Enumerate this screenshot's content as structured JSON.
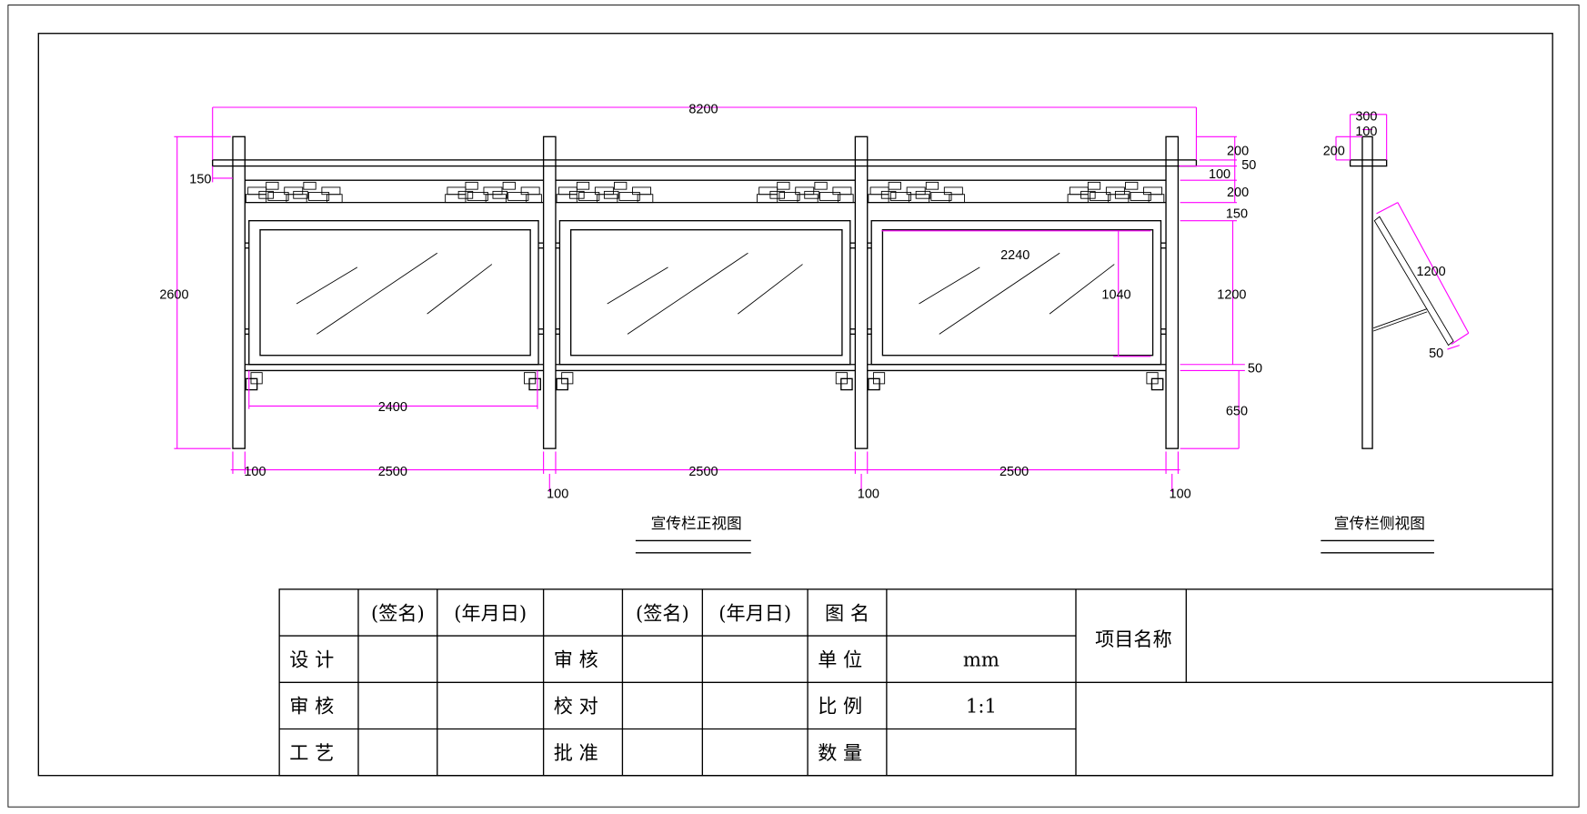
{
  "front_view": {
    "title": "宣传栏正视图",
    "dims": {
      "total_width": "8200",
      "total_height": "2600",
      "overhang": "150",
      "post_cap": "200",
      "beam": "50",
      "offset": "100",
      "band": "200",
      "gap": "150",
      "panel_height": "1200",
      "rail": "50",
      "base": "650",
      "panel_width": "2400",
      "glass_width": "2240",
      "glass_height": "1040",
      "bay1": "2500",
      "bay2": "2500",
      "bay3": "2500",
      "post_w1": "100",
      "post_w2": "100",
      "post_w3": "100",
      "post_w4": "100"
    }
  },
  "side_view": {
    "title": "宣传栏侧视图",
    "dims": {
      "cap_width": "300",
      "post_width": "100",
      "cap_height": "200",
      "panel_length": "1200",
      "panel_thickness": "50"
    }
  },
  "title_block": {
    "header": [
      "",
      "(签名)",
      "(年月日)",
      "",
      "(签名)",
      "(年月日)",
      "图  名",
      ""
    ],
    "rows": [
      [
        "设  计",
        "",
        "",
        "审  核",
        "",
        "",
        "单  位",
        "mm"
      ],
      [
        "审  核",
        "",
        "",
        "校  对",
        "",
        "",
        "比  例",
        "1:1"
      ],
      [
        "工  艺",
        "",
        "",
        "批  准",
        "",
        "",
        "数  量",
        ""
      ]
    ],
    "project_label": "项目名称"
  }
}
